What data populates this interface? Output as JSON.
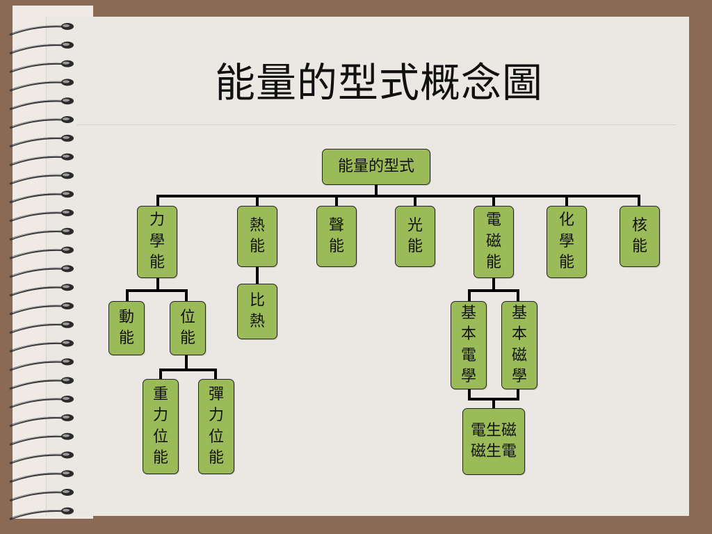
{
  "slide": {
    "title": "能量的型式概念圖"
  },
  "diagram": {
    "root": "能量的型式",
    "branches": [
      "力\n學\n能",
      "熱\n能",
      "聲\n能",
      "光\n能",
      "電\n磁\n能",
      "化\n學\n能",
      "核\n能"
    ],
    "mechanical": {
      "children": [
        "動\n能",
        "位\n能"
      ],
      "potential_children": [
        "重\n力\n位\n能",
        "彈\n力\n位\n能"
      ]
    },
    "thermal": {
      "child": "比\n熱"
    },
    "electromagnetic": {
      "children": [
        "基\n本\n電\n學",
        "基\n本\n磁\n學"
      ],
      "merged": "電生磁\n磁生電"
    }
  },
  "colors": {
    "node_fill": "#9bbb59",
    "paper": "#ebe8e4",
    "background": "#8b6a55"
  }
}
